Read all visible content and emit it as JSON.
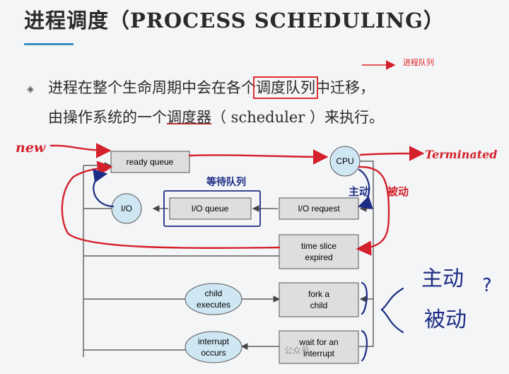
{
  "title": "进程调度（PROCESS SCHEDULING）",
  "annotation_queue": "进程队列",
  "bullet": {
    "line1_before": "进程在整个生命周期中会在各个",
    "line1_boxed": "调度队列",
    "line1_after": "中迁移，",
    "line2_before": "由操作系统的一个",
    "line2_underlined": "调度器",
    "line2_after": "（ scheduler ）来执行。"
  },
  "diagram": {
    "ready_queue": "ready queue",
    "cpu": "CPU",
    "io": "I/O",
    "io_queue": "I/O queue",
    "io_request": "I/O request",
    "time_slice_1": "time slice",
    "time_slice_2": "expired",
    "fork_1": "fork a",
    "fork_2": "child",
    "child_1": "child",
    "child_2": "executes",
    "wait_1": "wait for an",
    "wait_2": "interrupt",
    "int_1": "interrupt",
    "int_2": "occurs"
  },
  "handwriting": {
    "new": "new",
    "terminated": "Terminated",
    "active": "主动",
    "passive": "被动",
    "queue_note": "等待队列",
    "right_active": "主动",
    "right_passive": "被动",
    "question": "?"
  },
  "watermark": "公众号"
}
